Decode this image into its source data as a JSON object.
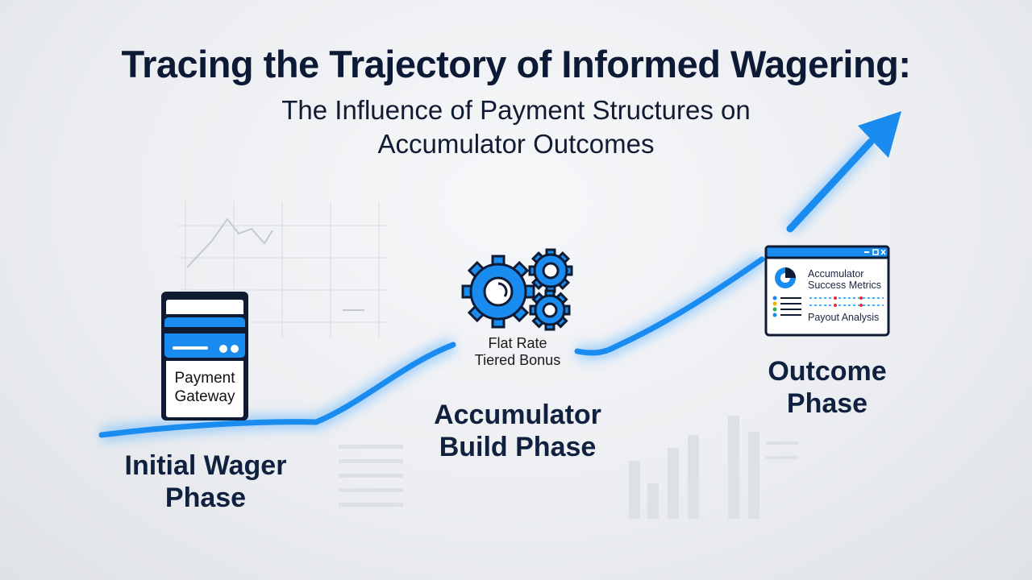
{
  "title": "Tracing the Trajectory of Informed Wagering:",
  "subtitle": {
    "line1": "The Influence of Payment Structures on",
    "line2": "Accumulator Outcomes"
  },
  "phases": [
    {
      "line1": "Initial Wager",
      "line2": "Phase"
    },
    {
      "line1": "Accumulator",
      "line2": "Build Phase"
    },
    {
      "line1": "Outcome",
      "line2": "Phase"
    }
  ],
  "gateway": {
    "line1": "Payment",
    "line2": "Gateway"
  },
  "payment_options": [
    "Flat Rate",
    "Tiered Bonus"
  ],
  "dashboard": {
    "title_line1": "Accumulator",
    "title_line2": "Success Metrics",
    "footer": "Payout Analysis"
  },
  "colors": {
    "accent": "#1a8cf0",
    "dark": "#0f1b33",
    "glow": "#5fb4ff"
  },
  "icons": [
    "credit-card-icon",
    "gears-icon",
    "dashboard-window-icon",
    "trajectory-arrow-icon"
  ]
}
